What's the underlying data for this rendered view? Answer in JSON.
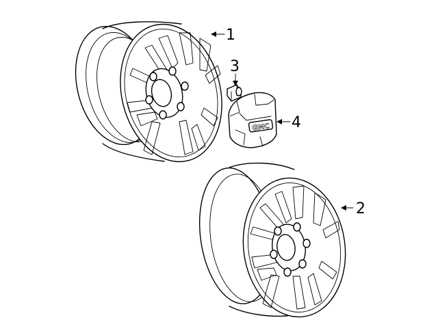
{
  "callouts": {
    "wheel_upper": "1",
    "wheel_lower": "2",
    "lug_nut": "3",
    "center_cap": "4"
  },
  "center_cap_logo": "GMC"
}
